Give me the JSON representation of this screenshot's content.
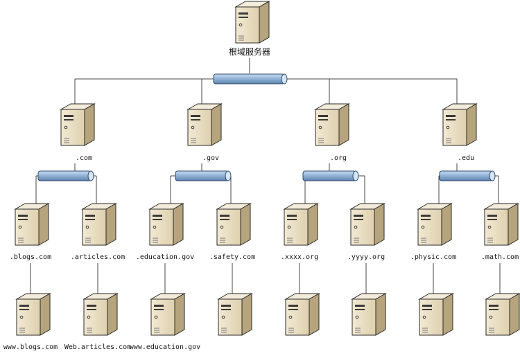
{
  "diagram": {
    "root": {
      "label": "根域服务器"
    },
    "tlds": [
      {
        "label": ".com",
        "children": [
          {
            "label": ".blogs.com",
            "leaf_label": "www.blogs.com"
          },
          {
            "label": ".articles.com",
            "leaf_label": "Web.articles.com"
          }
        ]
      },
      {
        "label": ".gov",
        "children": [
          {
            "label": ".education.gov",
            "leaf_label": "www.education.gov"
          },
          {
            "label": ".safety.com",
            "leaf_label": ""
          }
        ]
      },
      {
        "label": ".org",
        "children": [
          {
            "label": ".xxxx.org",
            "leaf_label": ""
          },
          {
            "label": ".yyyy.org",
            "leaf_label": ""
          }
        ]
      },
      {
        "label": ".edu",
        "children": [
          {
            "label": ".physic.com",
            "leaf_label": ""
          },
          {
            "label": ".math.com",
            "leaf_label": ""
          }
        ]
      }
    ],
    "colors": {
      "server_front": "#e9dcc0",
      "server_side": "#b6a47d",
      "server_top": "#f4ecda",
      "server_outline": "#2a2a2a",
      "bus_fill": "#8fb1d6",
      "bus_stroke": "#2e4a6b",
      "line": "#444444"
    }
  }
}
